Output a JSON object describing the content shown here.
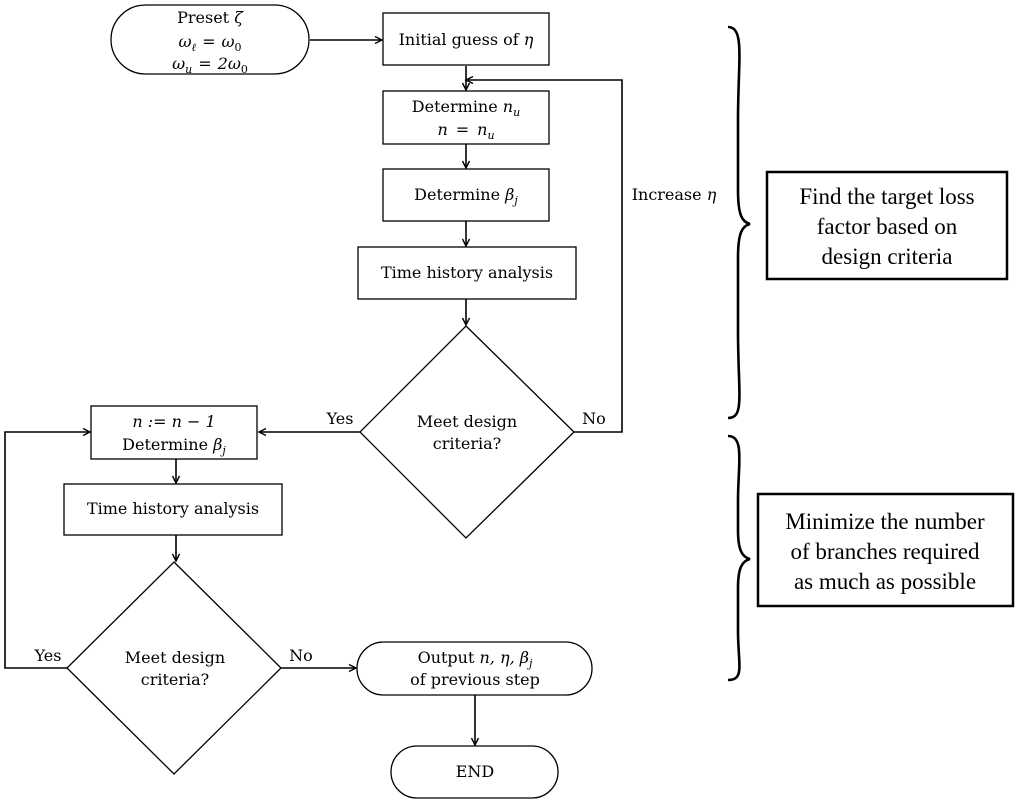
{
  "flowchart": {
    "preset": {
      "line1_word": "Preset",
      "line1_symbol": "ζ",
      "line2_lhs": "ω",
      "line2_lhs_sub": "ℓ",
      "line2_eq": "=",
      "line2_rhs": "ω",
      "line2_rhs_sub": "0",
      "line3_lhs": "ω",
      "line3_lhs_sub": "u",
      "line3_eq": "=",
      "line3_rhs": "2ω",
      "line3_rhs_sub": "0"
    },
    "initial_guess": {
      "text": "Initial guess of",
      "symbol": "η"
    },
    "determine_nu": {
      "line1_word": "Determine",
      "line1_symbol": "n",
      "line1_sub": "u",
      "line2_lhs": "n",
      "line2_eq": "=",
      "line2_rhs": "n",
      "line2_rhs_sub": "u"
    },
    "determine_beta": {
      "word": "Determine",
      "symbol": "β",
      "sub": "j"
    },
    "time_history_1": "Time history analysis",
    "decision_1": {
      "line1": "Meet design",
      "line2": "criteria?"
    },
    "yes_1": "Yes",
    "no_1": "No",
    "increase_eta": {
      "word": "Increase",
      "symbol": "η"
    },
    "decrement": {
      "line1": "n := n − 1",
      "line2_word": "Determine",
      "line2_symbol": "β",
      "line2_sub": "j"
    },
    "time_history_2": "Time history analysis",
    "decision_2": {
      "line1": "Meet design",
      "line2": "criteria?"
    },
    "yes_2": "Yes",
    "no_2": "No",
    "output": {
      "line1_word": "Output",
      "line1_symbols": "n, η, β",
      "line1_sub": "j",
      "line2": "of previous step"
    },
    "end": "END"
  },
  "annotations": {
    "phase1": [
      "Find the target loss",
      "factor based on",
      "design criteria"
    ],
    "phase2": [
      "Minimize the number",
      "of branches required",
      "as much as possible"
    ]
  }
}
